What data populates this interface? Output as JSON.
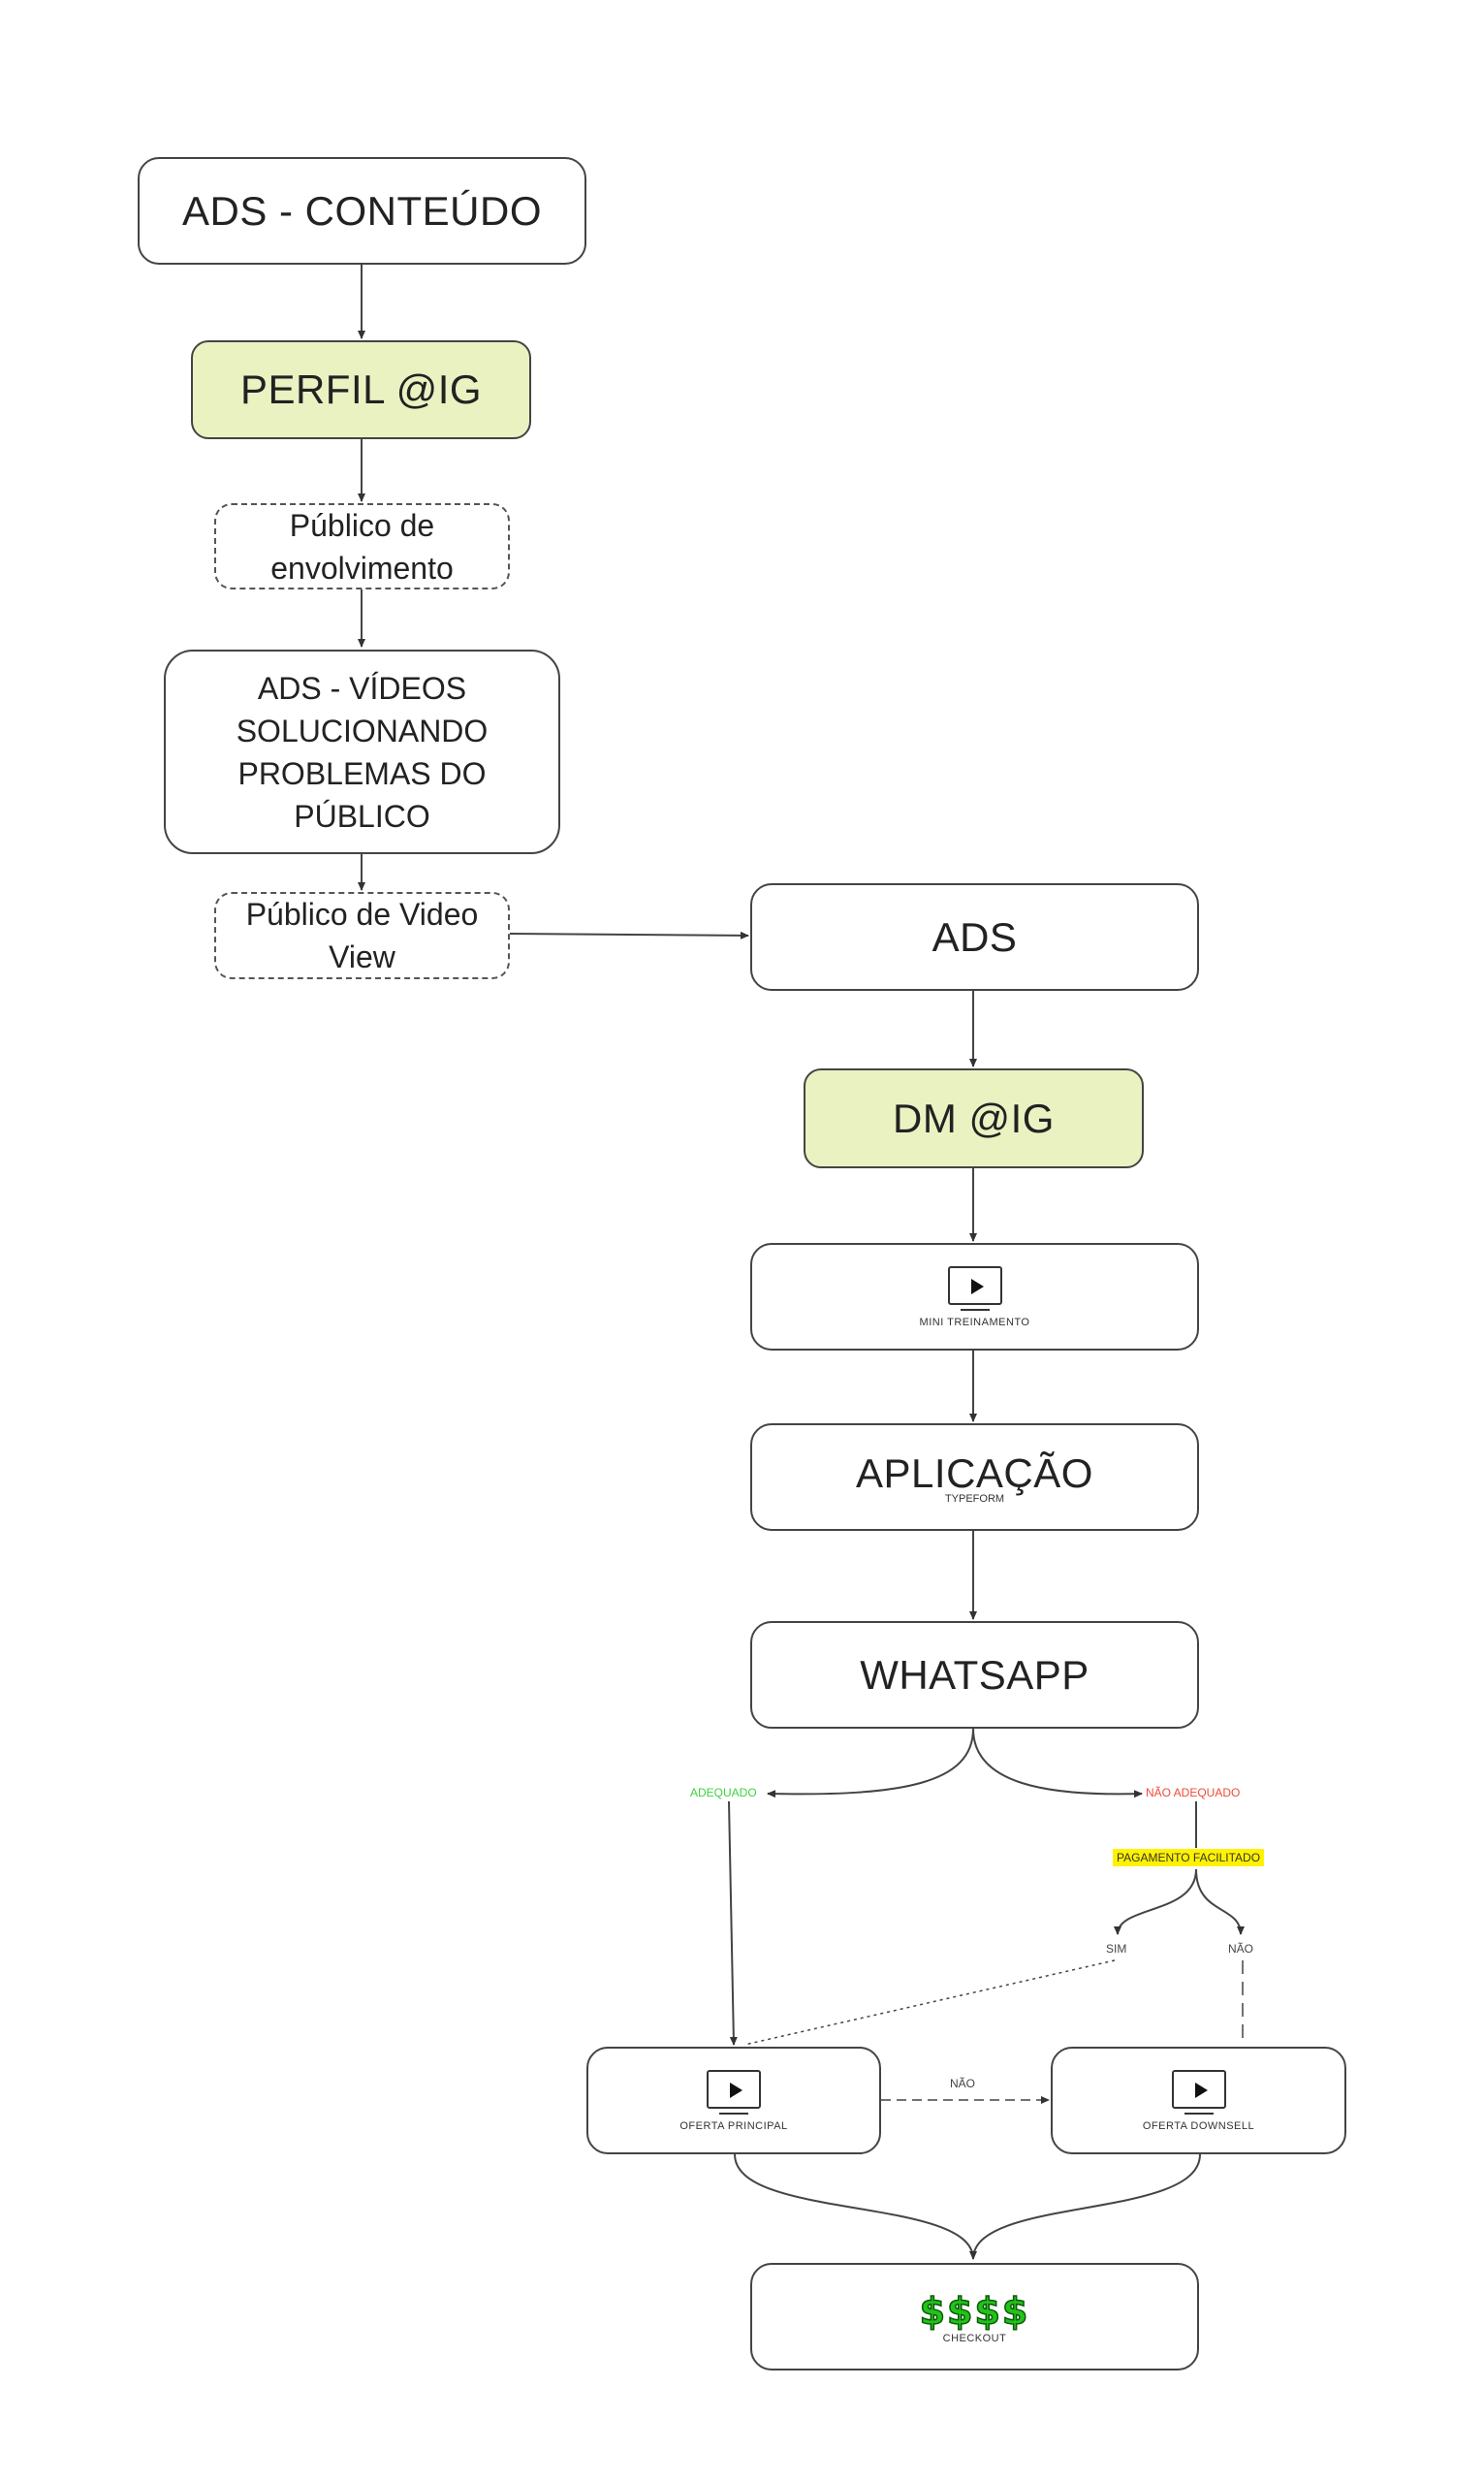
{
  "nodes": {
    "ads_conteudo": "ADS - CONTEÚDO",
    "perfil_ig": "PERFIL @IG",
    "publico_envolvimento_l1": "Público de",
    "publico_envolvimento_l2": "envolvimento",
    "ads_videos_l1": "ADS - VÍDEOS",
    "ads_videos_l2": "SOLUCIONANDO",
    "ads_videos_l3": "PROBLEMAS DO",
    "ads_videos_l4": "PÚBLICO",
    "publico_video_l1": "Público de Video",
    "publico_video_l2": "View",
    "ads": "ADS",
    "dm_ig": "DM @IG",
    "mini_treinamento": "MINI TREINAMENTO",
    "aplicacao": "APLICAÇÃO",
    "aplicacao_sub": "TYPEFORM",
    "whatsapp": "WHATSAPP",
    "oferta_principal": "OFERTA PRINCIPAL",
    "oferta_downsell": "OFERTA DOWNSELL",
    "checkout_symbol": "$$$$",
    "checkout": "CHECKOUT"
  },
  "edge_labels": {
    "adequado": "ADEQUADO",
    "nao_adequado": "NÃO ADEQUADO",
    "pagamento_facilitado": "PAGAMENTO FACILITADO",
    "sim": "SIM",
    "nao_branch": "NÃO",
    "nao_downsell": "NÃO"
  },
  "colors": {
    "highlight_node": "#eaf2c2",
    "adequado": "#3fd13f",
    "nao_adequado": "#f04a3a",
    "highlight_label": "#fff200",
    "money": "#22c21a"
  },
  "icons": {
    "video": "play-icon",
    "money": "dollar-icon"
  }
}
